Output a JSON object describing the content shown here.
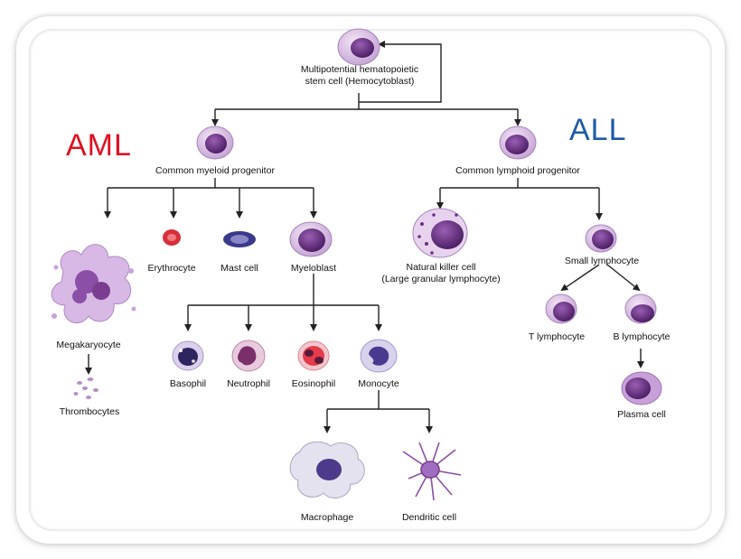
{
  "headings": {
    "aml": "AML",
    "all": "ALL"
  },
  "colors": {
    "aml": "#e01021",
    "all": "#1e5aa8",
    "cell_purple": "#7a3d8f",
    "line": "#222222"
  },
  "labels": {
    "stem_1": "Multipotential hematopoietic",
    "stem_2": "stem cell (Hemocytoblast)",
    "myeloid": "Common myeloid progenitor",
    "lymphoid": "Common lymphoid progenitor",
    "erythrocyte": "Erythrocyte",
    "mast": "Mast cell",
    "myeloblast": "Myeloblast",
    "megakaryocyte": "Megakaryocyte",
    "thrombocytes": "Thrombocytes",
    "basophil": "Basophil",
    "neutrophil": "Neutrophil",
    "eosinophil": "Eosinophil",
    "monocyte": "Monocyte",
    "macrophage": "Macrophage",
    "dendritic": "Dendritic cell",
    "nk_1": "Natural killer cell",
    "nk_2": "(Large granular lymphocyte)",
    "small_lymph": "Small lymphocyte",
    "t_lymph": "T lymphocyte",
    "b_lymph": "B lymphocyte",
    "plasma": "Plasma cell"
  }
}
